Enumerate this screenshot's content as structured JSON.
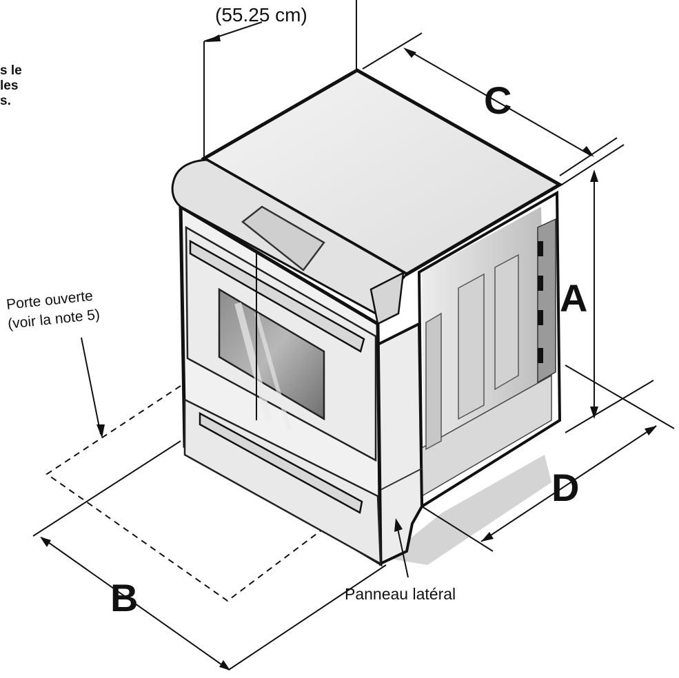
{
  "labels": {
    "measure_top": "(55.25 cm)",
    "dim_a": "A",
    "dim_b": "B",
    "dim_c": "C",
    "dim_d": "D",
    "porte_line1": "Porte ouverte",
    "porte_line2": "(voir la note 5)",
    "panneau": "Panneau latéral",
    "note_line1": "s le",
    "note_line2": "les",
    "note_line3": "s."
  },
  "colors": {
    "outline": "#111111",
    "body": "#e6e6e6",
    "shadow": "#cfcfcf"
  }
}
